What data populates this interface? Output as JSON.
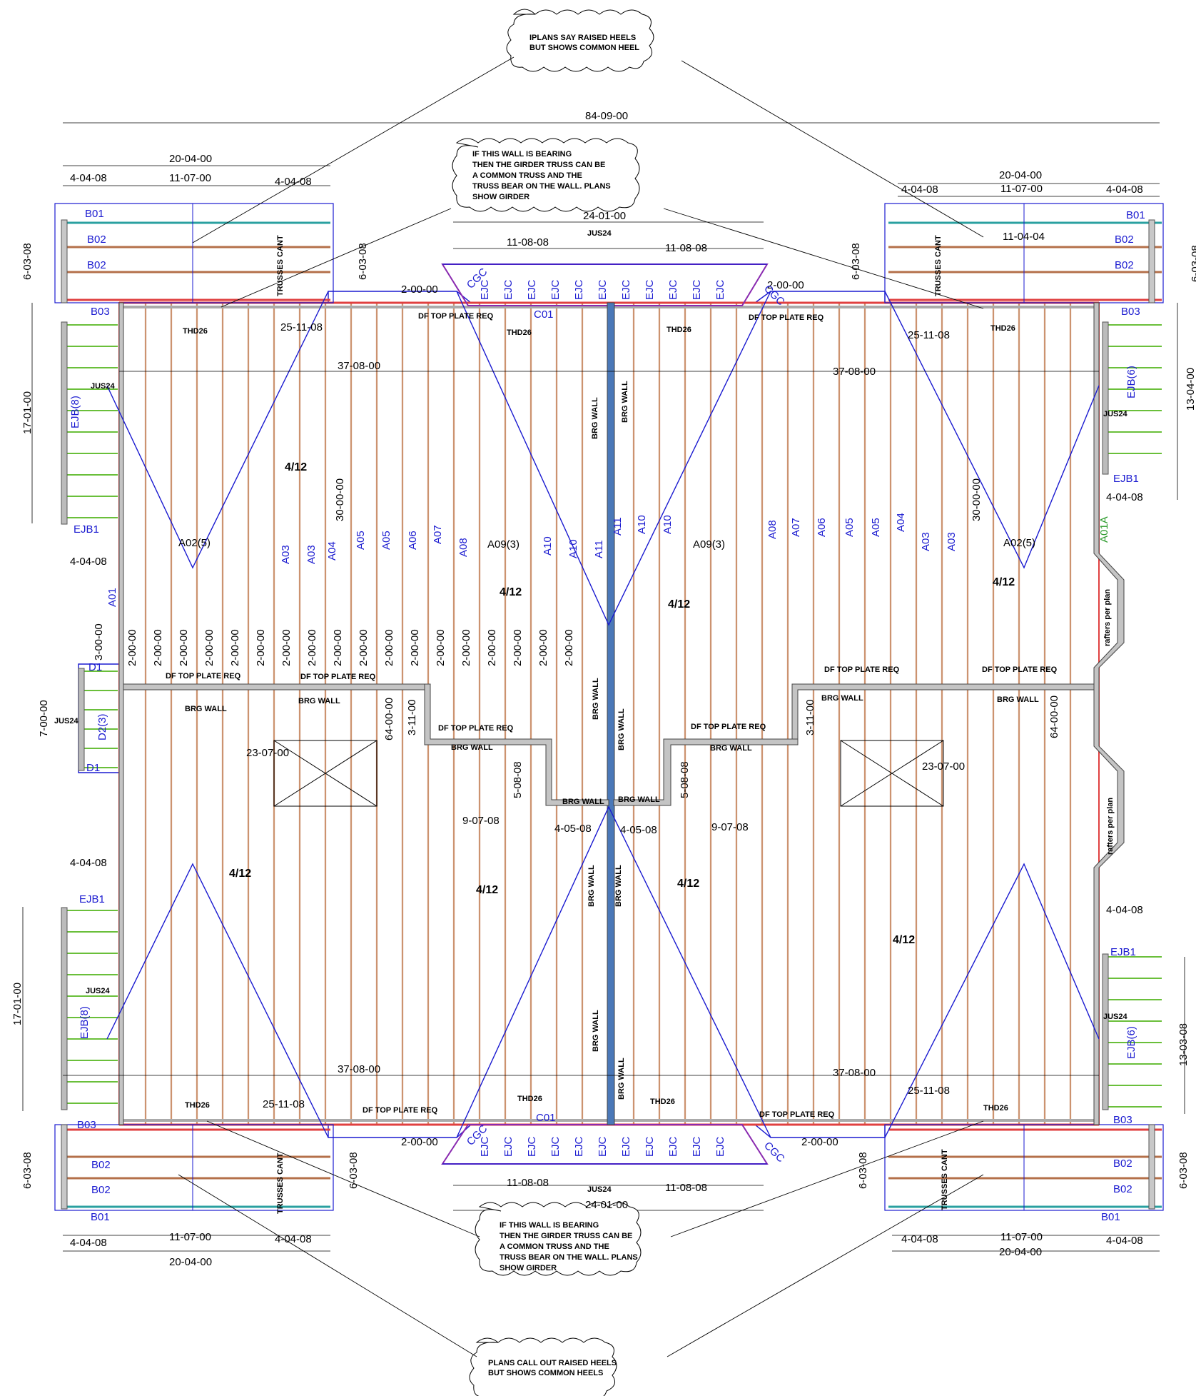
{
  "notes": {
    "top": [
      "IPLANS SAY RAISED HEELS",
      "BUT SHOWS COMMON HEEL"
    ],
    "upper_center": [
      "IF THIS WALL IS BEARING",
      "THEN THE GIRDER TRUSS CAN BE",
      "A COMMON TRUSS AND THE",
      "TRUSS BEAR ON THE WALL.  PLANS",
      "SHOW GIRDER"
    ],
    "lower_center": [
      "IF THIS WALL IS BEARING",
      "THEN THE GIRDER TRUSS CAN BE",
      "A COMMON TRUSS AND THE",
      "TRUSS BEAR ON THE WALL.  PLANS",
      "SHOW GIRDER"
    ],
    "bottom": [
      "PLANS CALL OUT RAISED HEELS",
      "BUT SHOWS COMMON HEELS"
    ]
  },
  "dimensions": {
    "overall": "84-09-00",
    "wing_width": "20-04-00",
    "wing_left": "4-04-08",
    "wing_mid": "11-07-00",
    "wing_right": "4-04-08",
    "wing_mid_alt": "11-04-04",
    "center_width": "24-01-00",
    "center_half": "11-08-08",
    "wing_depth": "6-03-08",
    "overhang": "2-00-00",
    "span_upper": "37-08-00",
    "span_short": "25-11-08",
    "span_30": "30-00-00",
    "span_64": "64-00-00",
    "span_23": "23-07-00",
    "span_3_11": "3-11-00",
    "span_5_8": "5-08-08",
    "span_9_7": "9-07-08",
    "span_4_5": "4-05-08",
    "side_17": "17-01-00",
    "side_13_4": "13-04-00",
    "side_13_3": "13-03-08",
    "side_7": "7-00-00",
    "side_3": "3-00-00",
    "spacing": "2-00-00"
  },
  "labels": {
    "brg_wall": "BRG WALL",
    "df_plate": "DF TOP PLATE REQ",
    "thd": "THD26",
    "jus": "JUS24",
    "trusses_cant": "TRUSSES CANT",
    "rafters": "rafters per plan",
    "pitch": "4/12",
    "ejb8": "EJB(8)",
    "ejb6": "EJB(6)",
    "d2": "D2(3)"
  },
  "truss_marks": {
    "b01": "B01",
    "b02": "B02",
    "b03": "B03",
    "ejb1": "EJB1",
    "d1": "D1",
    "c01": "C01",
    "a01": "A01",
    "a01a": "A01A",
    "ejc": "EJC",
    "cgc": "CGC",
    "a02": "A02(5)",
    "a03": "A03",
    "a04": "A04",
    "a05": "A05",
    "a06": "A06",
    "a07": "A07",
    "a08": "A08",
    "a09": "A09(3)",
    "a10": "A10",
    "a11": "A11"
  }
}
